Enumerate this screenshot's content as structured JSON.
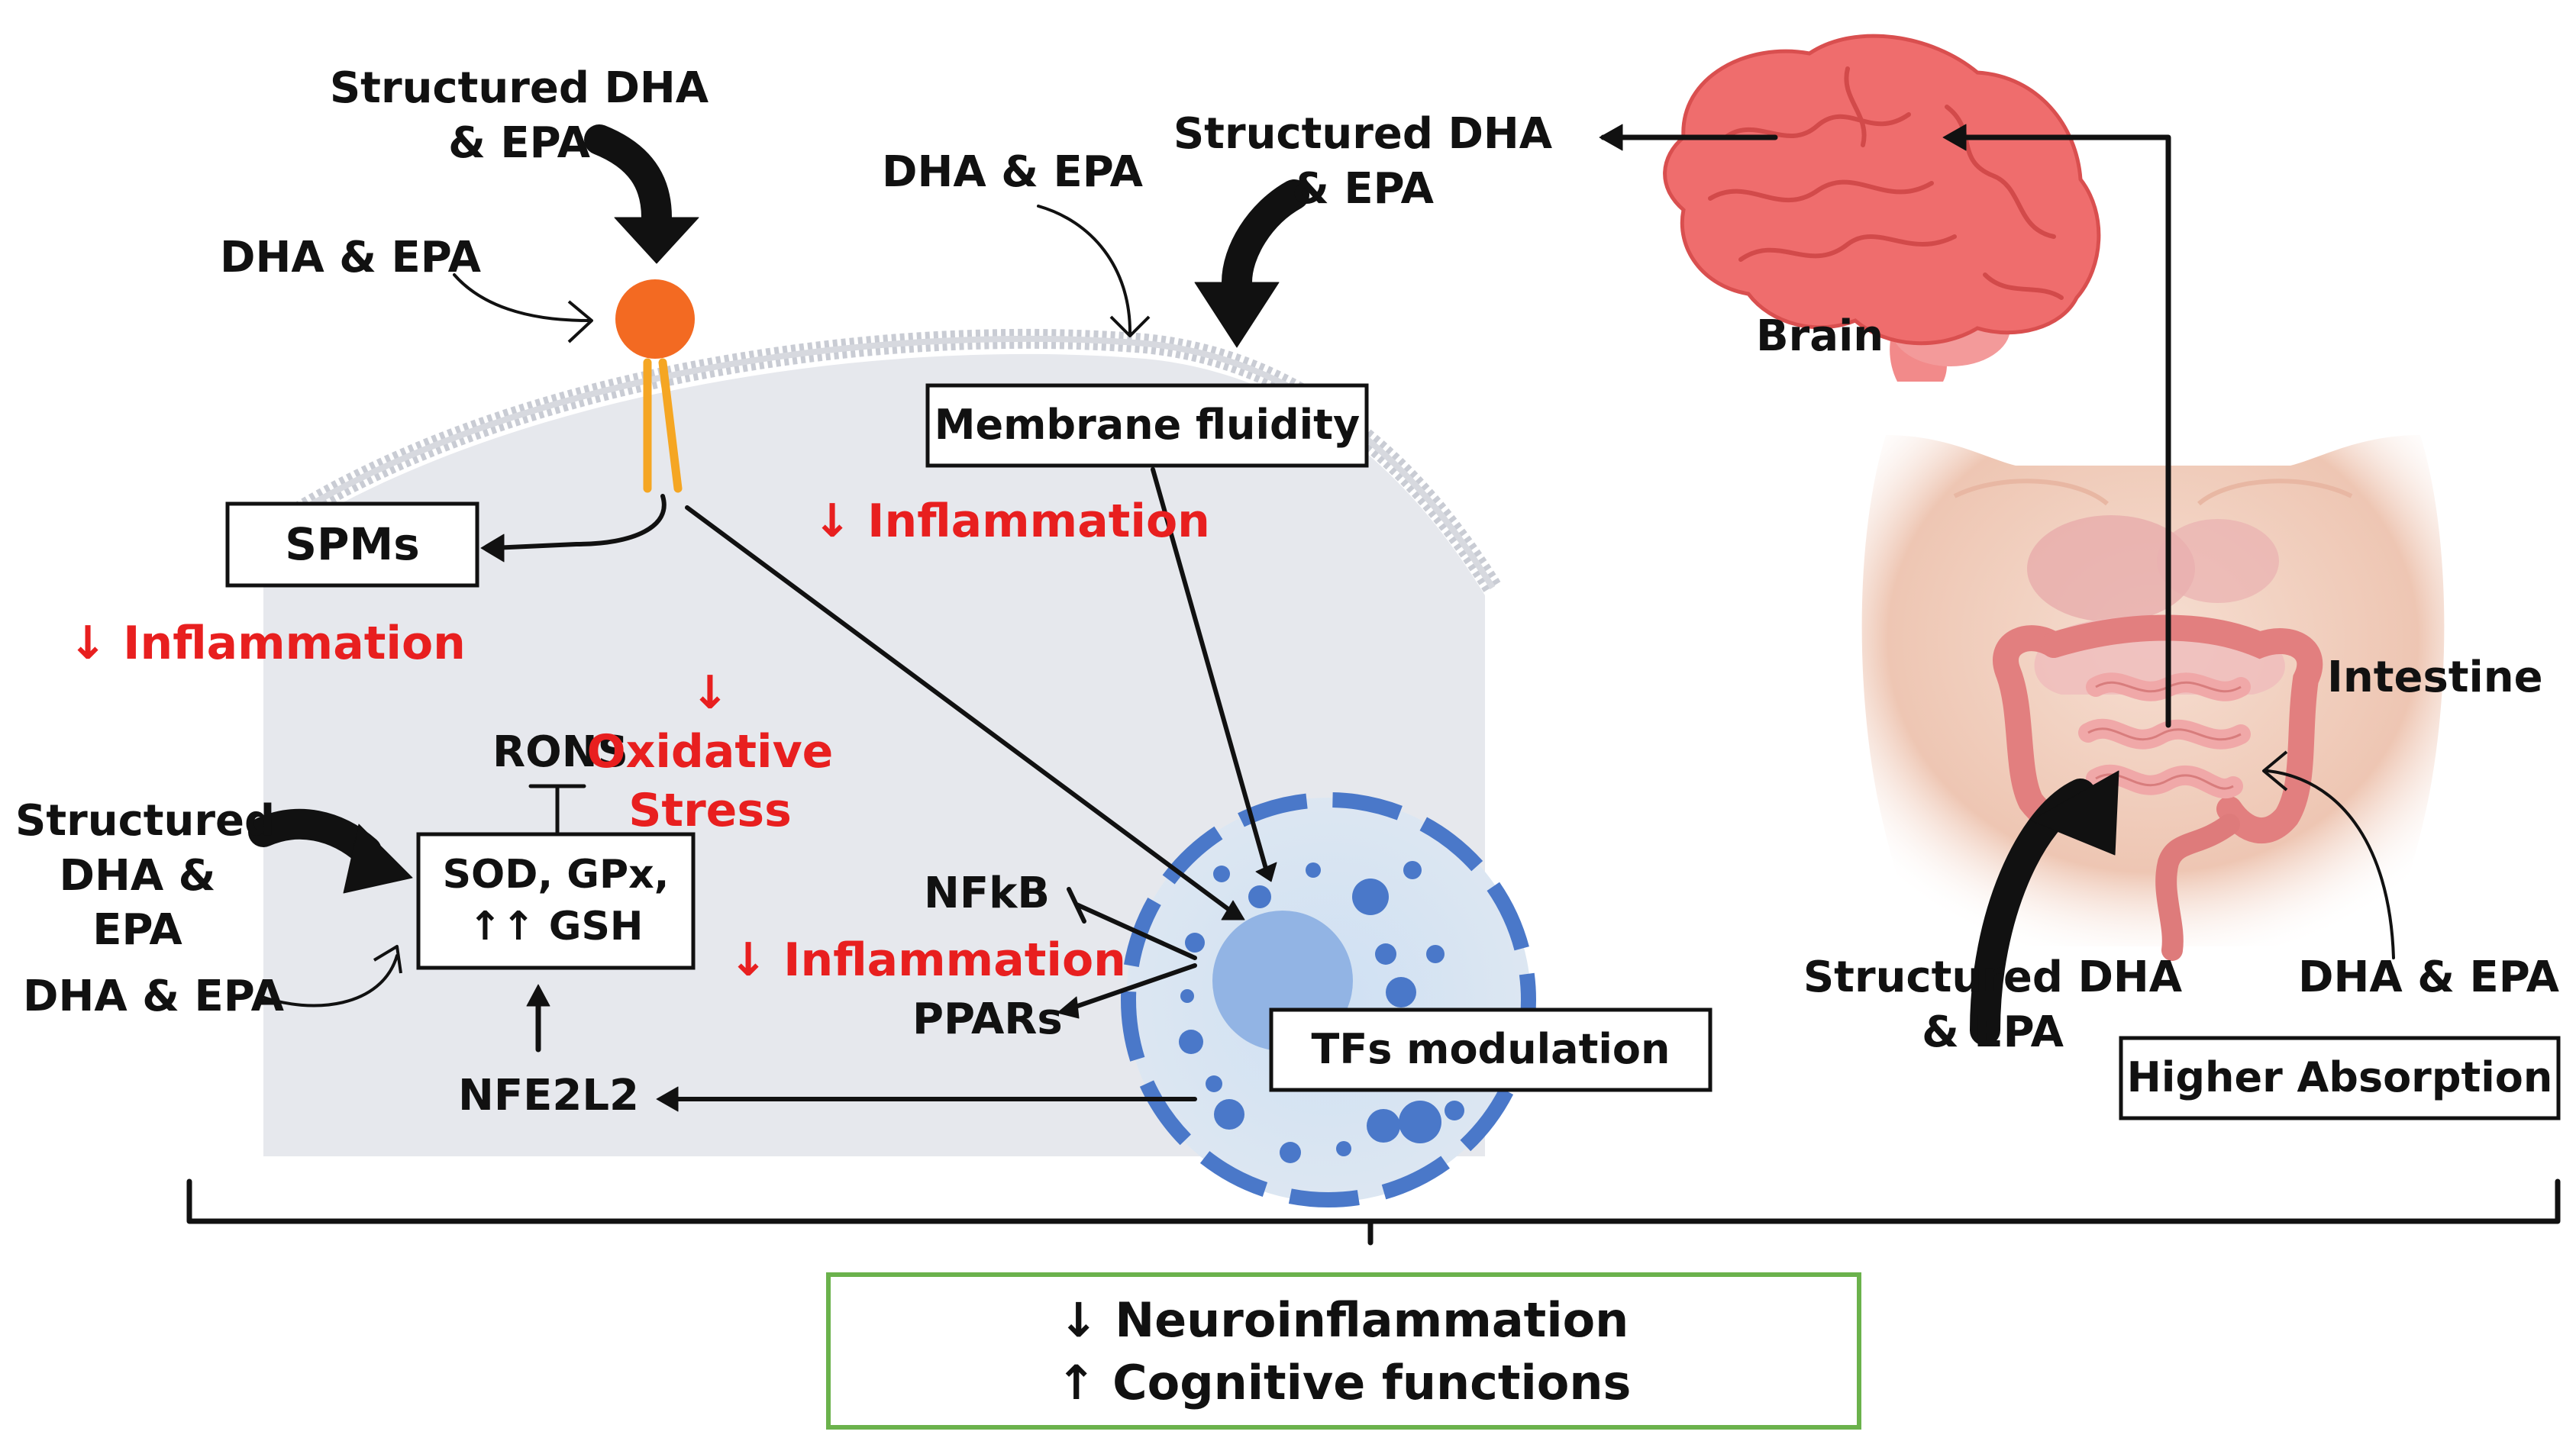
{
  "labels": {
    "structured_top": "Structured DHA & EPA",
    "dha_epa_top": "DHA & EPA",
    "dha_epa_mid": "DHA & EPA",
    "structured_mid": "Structured DHA & EPA",
    "brain": "Brain",
    "intestine": "Intestine",
    "structured_left": "Structured DHA & EPA",
    "dha_epa_left": "DHA & EPA",
    "structured_bottom": "Structured DHA & EPA",
    "dha_epa_bottom": "DHA & EPA",
    "rons": "RONS",
    "nfkb": "NFkB",
    "ppars": "PPARs",
    "nfe2l2": "NFE2L2"
  },
  "effects": {
    "inflammation_spm": "↓ Inflammation",
    "inflammation_membrane": "↓ Inflammation",
    "oxidative": "↓ Oxidative Stress",
    "inflammation_nucleus": "↓ Inflammation"
  },
  "boxes": {
    "spms": "SPMs",
    "membrane": "Membrane fluidity",
    "antioxidant": "SOD, GPx, ↑↑ GSH",
    "tfs": "TFs modulation",
    "absorption": "Higher Absorption"
  },
  "outcome": {
    "line1": "↓ Neuroinflammation",
    "line2": "↑ Cognitive functions"
  },
  "colors": {
    "text": "#111111",
    "effect_red": "#e81f1f",
    "outcome_border": "#6bb24c",
    "cell_fill": "#e6e8ed",
    "nucleus_blue": "#4a78c9",
    "lipid_head": "#f36a22",
    "lipid_tail": "#f5a623",
    "brain": "#ef6d6d",
    "intestine": "#ee9e9e"
  }
}
